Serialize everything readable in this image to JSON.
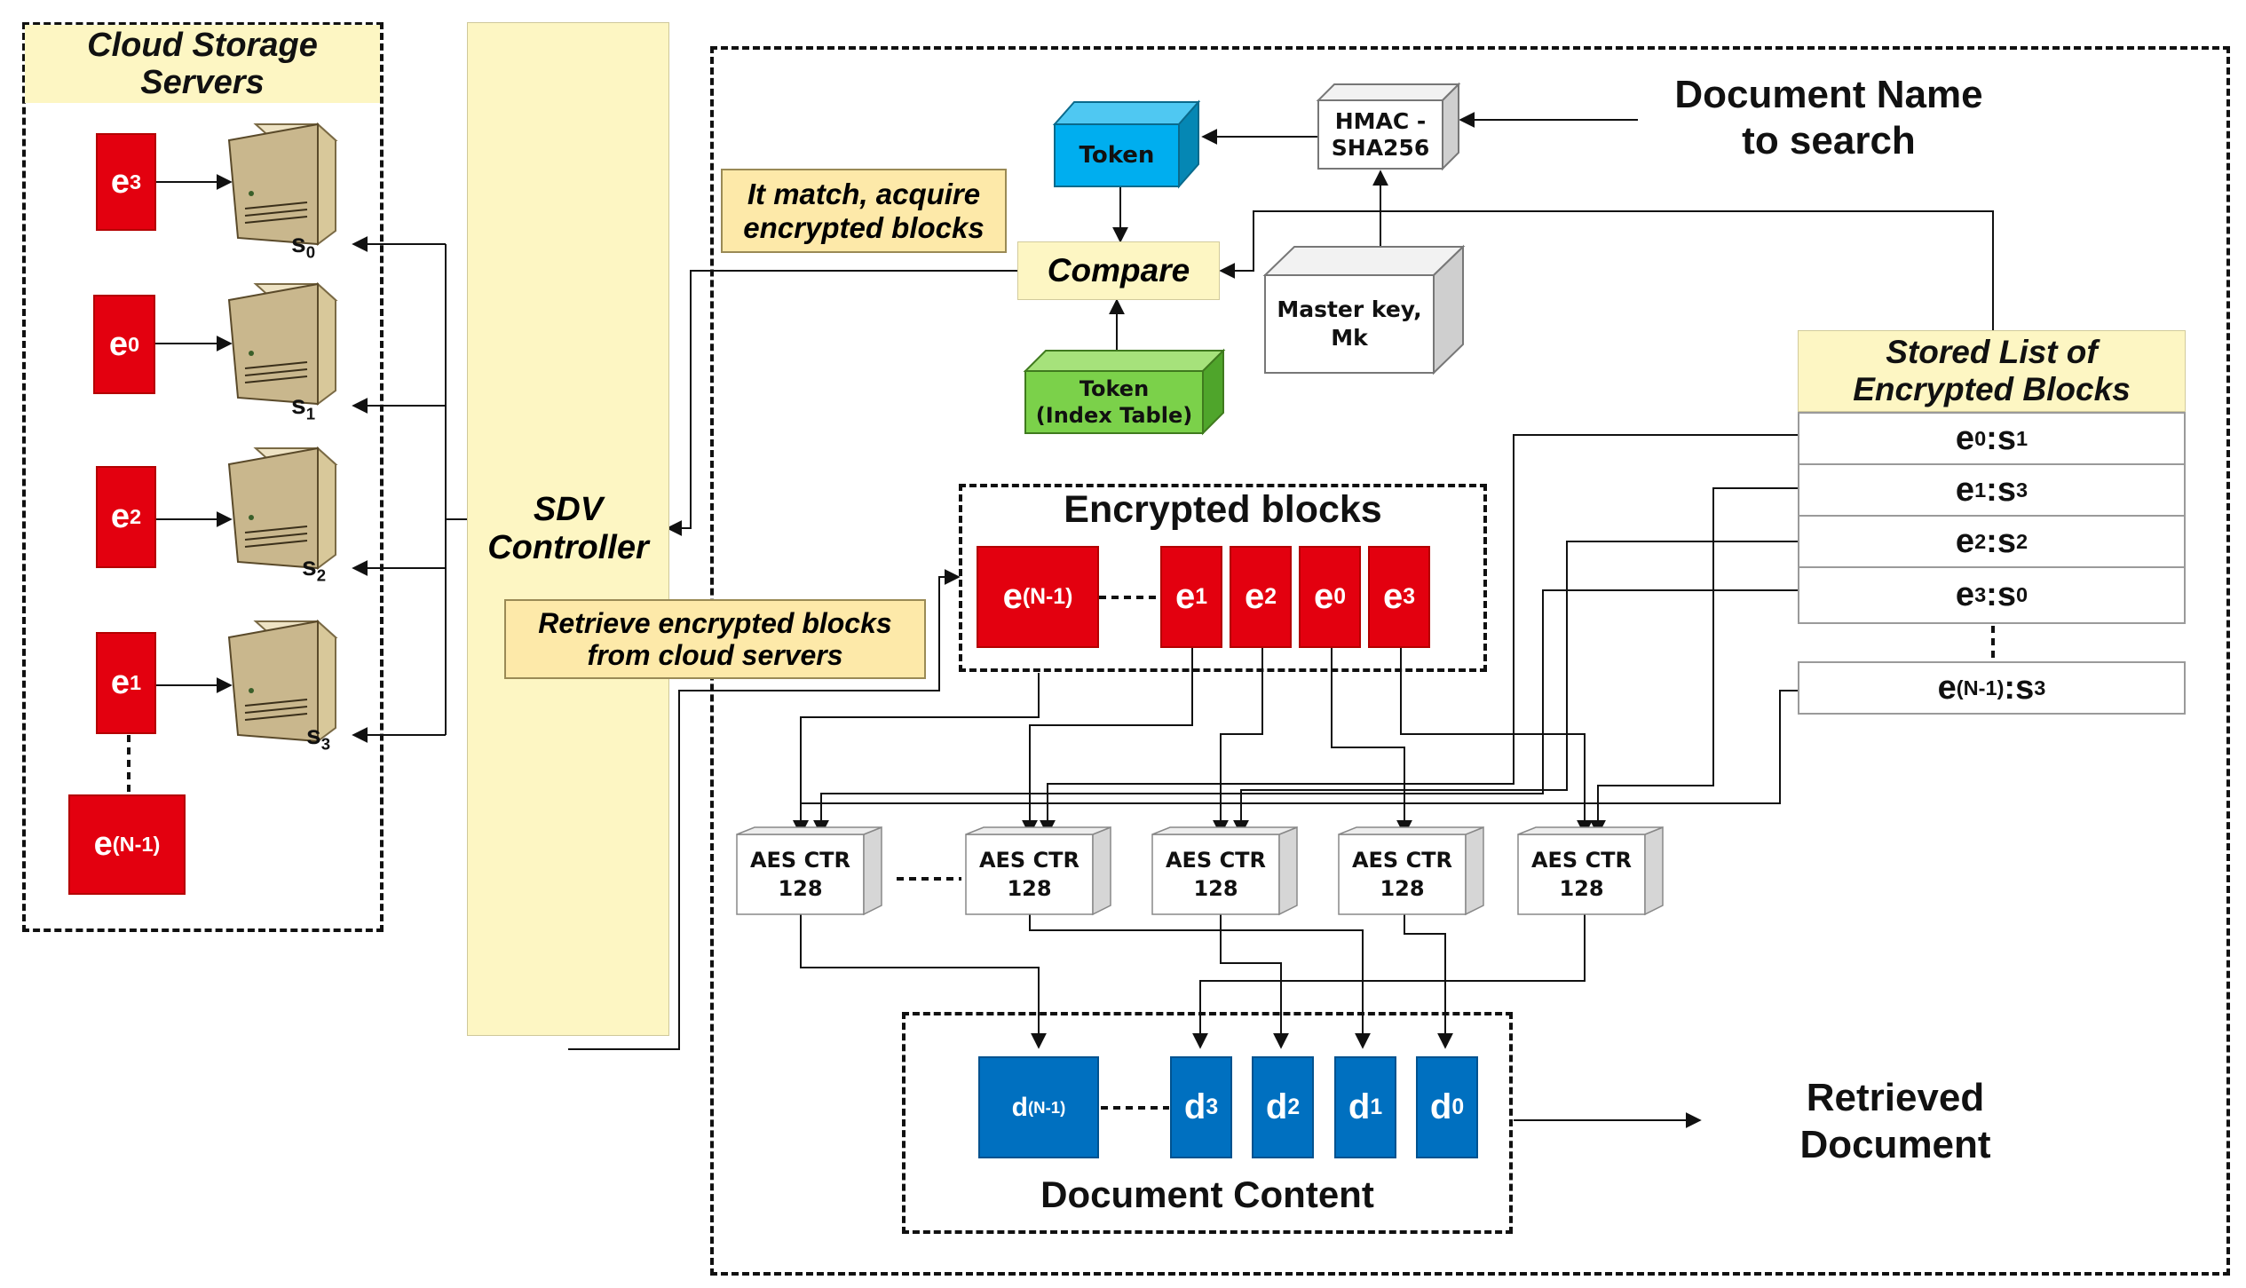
{
  "cloud": {
    "title": "Cloud Storage Servers",
    "servers": [
      {
        "block": "e",
        "block_sub": "3",
        "server": "s",
        "server_sub": "0"
      },
      {
        "block": "e",
        "block_sub": "0",
        "server": "s",
        "server_sub": "1"
      },
      {
        "block": "e",
        "block_sub": "2",
        "server": "s",
        "server_sub": "2"
      },
      {
        "block": "e",
        "block_sub": "1",
        "server": "s",
        "server_sub": "3"
      }
    ],
    "extra_block": {
      "main": "e",
      "sub": "(N-1)"
    }
  },
  "controller": {
    "line1": "SDV",
    "line2": "Controller"
  },
  "notes": {
    "match_line1": "It match, acquire",
    "match_line2": "encrypted blocks",
    "retrieve_line1": "Retrieve encrypted blocks",
    "retrieve_line2": "from cloud servers"
  },
  "search": {
    "doc_name_line1": "Document Name",
    "doc_name_line2": "to search",
    "hmac_line1": "HMAC -",
    "hmac_line2": "SHA256",
    "token": "Token",
    "compare": "Compare",
    "index_token_line1": "Token",
    "index_token_line2": "(Index Table)",
    "master_key_line1": "Master key,",
    "master_key_line2": "Mk"
  },
  "stored_list": {
    "title_line1": "Stored List of",
    "title_line2": "Encrypted Blocks",
    "rows": [
      {
        "e": "0",
        "s": "1"
      },
      {
        "e": "1",
        "s": "3"
      },
      {
        "e": "2",
        "s": "2"
      },
      {
        "e": "3",
        "s": "0"
      }
    ],
    "last_row": {
      "e": "(N-1)",
      "s": "3"
    }
  },
  "encrypted": {
    "title": "Encrypted blocks",
    "blocks": [
      {
        "main": "e",
        "sub": "(N-1)"
      },
      {
        "main": "e",
        "sub": "1"
      },
      {
        "main": "e",
        "sub": "2"
      },
      {
        "main": "e",
        "sub": "0"
      },
      {
        "main": "e",
        "sub": "3"
      }
    ]
  },
  "aes": {
    "line1": "AES CTR",
    "line2": "128",
    "count": 5
  },
  "document": {
    "title": "Document Content",
    "blocks": [
      {
        "main": "d",
        "sub": "(N-1)"
      },
      {
        "main": "d",
        "sub": "3"
      },
      {
        "main": "d",
        "sub": "2"
      },
      {
        "main": "d",
        "sub": "1"
      },
      {
        "main": "d",
        "sub": "0"
      }
    ]
  },
  "result": {
    "line1": "Retrieved",
    "line2": "Document"
  },
  "colors": {
    "encrypted_red": "#e3000f",
    "decrypted_blue": "#0070c0",
    "token_cyan": "#00aeef",
    "index_green": "#7bd14a",
    "panel_yellow": "#fdf6c3",
    "note_orange": "#fde9a9"
  }
}
